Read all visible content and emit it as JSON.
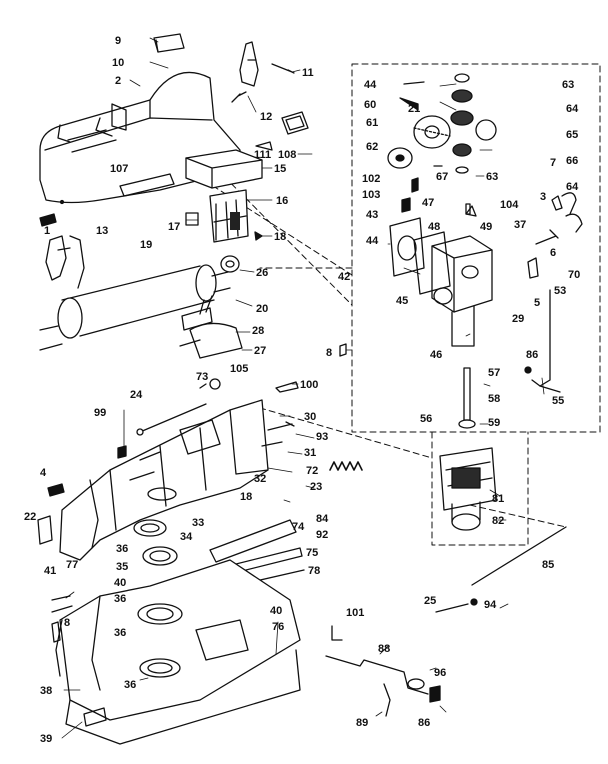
{
  "colors": {
    "ink": "#111111",
    "paper": "#ffffff",
    "shade": "#2a2a2a"
  },
  "labels": {
    "p1": "1",
    "p2": "2",
    "p3": "3",
    "p4": "4",
    "p5": "5",
    "p6": "6",
    "p7": "7",
    "p8a": "8",
    "p8b": "8",
    "p9": "9",
    "p10": "10",
    "p11": "11",
    "p12": "12",
    "p13": "13",
    "p15": "15",
    "p16": "16",
    "p17": "17",
    "p18a": "18",
    "p18b": "18",
    "p19": "19",
    "p20": "20",
    "p21": "21",
    "p22": "22",
    "p23": "23",
    "p24": "24",
    "p25": "25",
    "p26": "26",
    "p27": "27",
    "p28": "28",
    "p29": "29",
    "p30": "30",
    "p31": "31",
    "p32": "32",
    "p33": "33",
    "p34": "34",
    "p35": "35",
    "p36a": "36",
    "p36b": "36",
    "p36c": "36",
    "p36d": "36",
    "p37": "37",
    "p38": "38",
    "p39": "39",
    "p40a": "40",
    "p40b": "40",
    "p41": "41",
    "p42": "42",
    "p43": "43",
    "p44a": "44",
    "p44b": "44",
    "p45": "45",
    "p46": "46",
    "p47": "47",
    "p48": "48",
    "p49": "49",
    "p53": "53",
    "p55": "55",
    "p56": "56",
    "p57": "57",
    "p58": "58",
    "p59": "59",
    "p60": "60",
    "p61": "61",
    "p62": "62",
    "p63a": "63",
    "p63b": "63",
    "p64a": "64",
    "p64b": "64",
    "p65": "65",
    "p66": "66",
    "p67": "67",
    "p70": "70",
    "p72": "72",
    "p73": "73",
    "p74": "74",
    "p75": "75",
    "p76": "76",
    "p77": "77",
    "p78": "78",
    "p81": "81",
    "p82": "82",
    "p84": "84",
    "p85": "85",
    "p86a": "86",
    "p86b": "86",
    "p88": "88",
    "p89": "89",
    "p92": "92",
    "p93": "93",
    "p94": "94",
    "p96": "96",
    "p99": "99",
    "p100": "100",
    "p101": "101",
    "p102": "102",
    "p103": "103",
    "p104": "104",
    "p105": "105",
    "p107": "107",
    "p108": "108",
    "p111": "111"
  }
}
